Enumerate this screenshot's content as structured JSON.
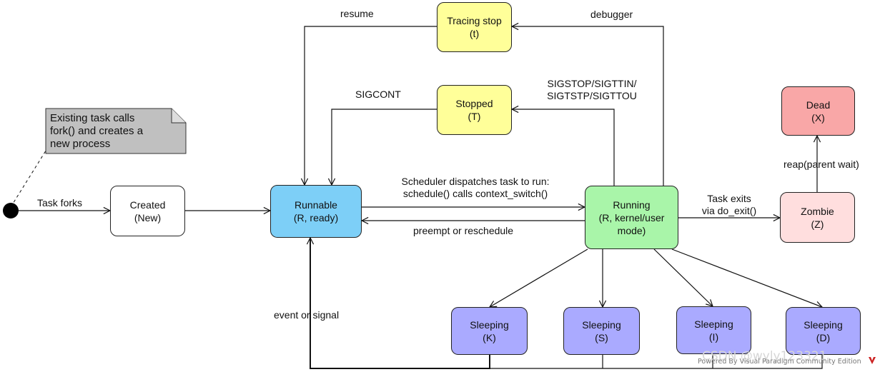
{
  "note": {
    "lines": [
      "Existing task calls",
      "fork() and creates a",
      "new process"
    ]
  },
  "nodes": {
    "created": {
      "title": "Created",
      "state": "(New)",
      "fill": "#ffffff"
    },
    "runnable": {
      "title": "Runnable",
      "state": "(R, ready)",
      "fill": "#7dcff7"
    },
    "running": {
      "title": "Running",
      "state": "(R, kernel/user",
      "state2": "mode)",
      "fill": "#a9f5a9"
    },
    "tracing": {
      "title": "Tracing stop",
      "state": "(t)",
      "fill": "#ffff99"
    },
    "stopped": {
      "title": "Stopped",
      "state": "(T)",
      "fill": "#ffff99"
    },
    "dead": {
      "title": "Dead",
      "state": "(X)",
      "fill": "#f9a7a7"
    },
    "zombie": {
      "title": "Zombie",
      "state": "(Z)",
      "fill": "#ffdede"
    },
    "sleeping_k": {
      "title": "Sleeping",
      "state": "(K)",
      "fill": "#aaaaff"
    },
    "sleeping_s": {
      "title": "Sleeping",
      "state": "(S)",
      "fill": "#aaaaff"
    },
    "sleeping_i": {
      "title": "Sleeping",
      "state": "(I)",
      "fill": "#aaaaff"
    },
    "sleeping_d": {
      "title": "Sleeping",
      "state": "(D)",
      "fill": "#aaaaff"
    }
  },
  "edge_labels": {
    "task_forks": "Task forks",
    "resume": "resume",
    "debugger": "debugger",
    "sigcont": "SIGCONT",
    "sigstop_1": "SIGSTOP/SIGTTIN/",
    "sigstop_2": "SIGTSTP/SIGTTOU",
    "dispatch_1": "Scheduler dispatches task to run:",
    "dispatch_2": "schedule() calls context_switch()",
    "preempt": "preempt or reschedule",
    "task_exits_1": "Task exits",
    "task_exits_2": "via do_exit()",
    "reap": "reap(parent wait)",
    "event_or_signal": "event or signal"
  },
  "watermark": {
    "powered_by": "Powered By Visual Paradigm Community Edition",
    "csdn": "CSDN @wyly123321"
  },
  "colors": {
    "line": "#111111",
    "note_fill": "#c0c0c0",
    "start_dot": "#000000",
    "watermark_logo": "#cc2222"
  }
}
